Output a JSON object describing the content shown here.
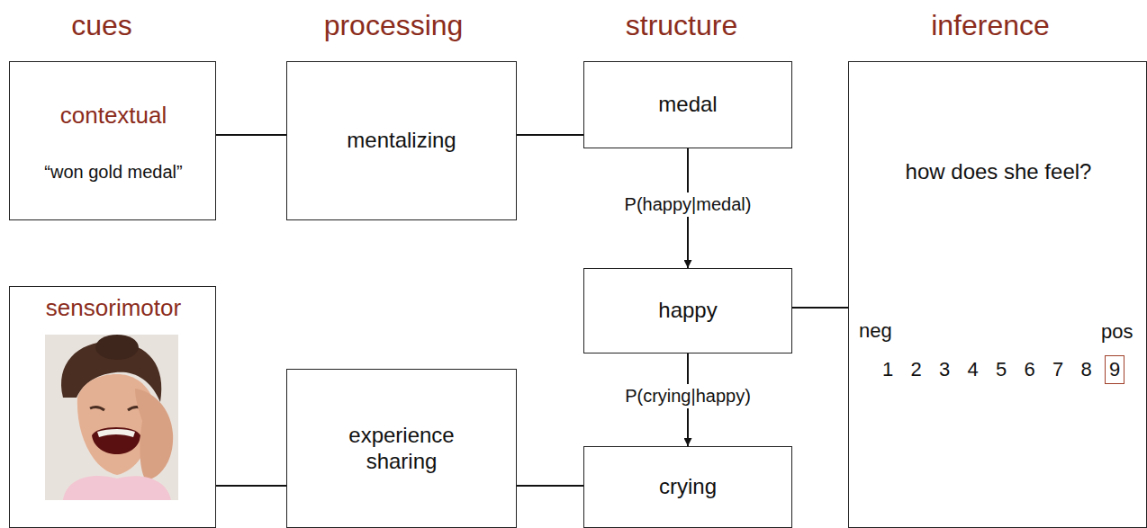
{
  "diagram": {
    "nodes": [
      {
        "text": [
          "contextual",
          "“won gold medal”"
        ]
      },
      {
        "text": [
          "mentalizing"
        ]
      },
      {
        "text": [
          "medal"
        ]
      },
      {
        "text": [
          "how does she feel?",
          "neg",
          "pos",
          "1",
          "2",
          "3",
          "4",
          "5",
          "6",
          "7",
          "8",
          "9"
        ]
      },
      {
        "text": [
          "happy"
        ]
      },
      {
        "text": [
          "sensorimotor"
        ]
      },
      {
        "text": [
          "experience sharing"
        ]
      },
      {
        "text": [
          "crying"
        ]
      }
    ],
    "edges": [
      {
        "from": 0,
        "to": 1,
        "arrow": "none"
      },
      {
        "from": 1,
        "to": 2,
        "arrow": "none"
      },
      {
        "from": 2,
        "to": 4,
        "label": "P(happy|medal)",
        "arrow": "to"
      },
      {
        "from": 4,
        "to": 3,
        "arrow": "none"
      },
      {
        "from": 4,
        "to": 7,
        "label": "P(crying|happy)",
        "arrow": "to"
      },
      {
        "from": 5,
        "to": 6,
        "arrow": "none"
      },
      {
        "from": 6,
        "to": 7,
        "arrow": "none"
      }
    ],
    "labels": [
      "cues",
      "processing",
      "structure",
      "inference"
    ]
  }
}
